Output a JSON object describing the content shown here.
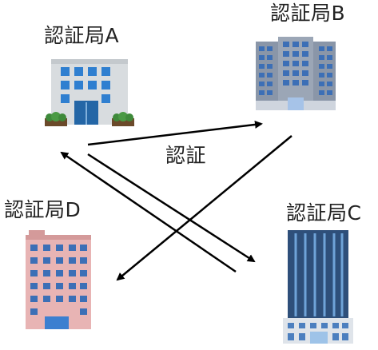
{
  "authorities": {
    "a": {
      "name": "認証局A"
    },
    "b": {
      "name": "認証局B"
    },
    "c": {
      "name": "認証局C"
    },
    "d": {
      "name": "認証局D"
    }
  },
  "edge_label": "認証",
  "colors": {
    "arrow": "#000000",
    "building_a_facade": "#d9dde0",
    "building_a_windows": "#2f7fd0",
    "building_b_facade": "#8a96a8",
    "building_c_facade": "#2e4f7a",
    "building_d_facade": "#e8b4b4"
  }
}
